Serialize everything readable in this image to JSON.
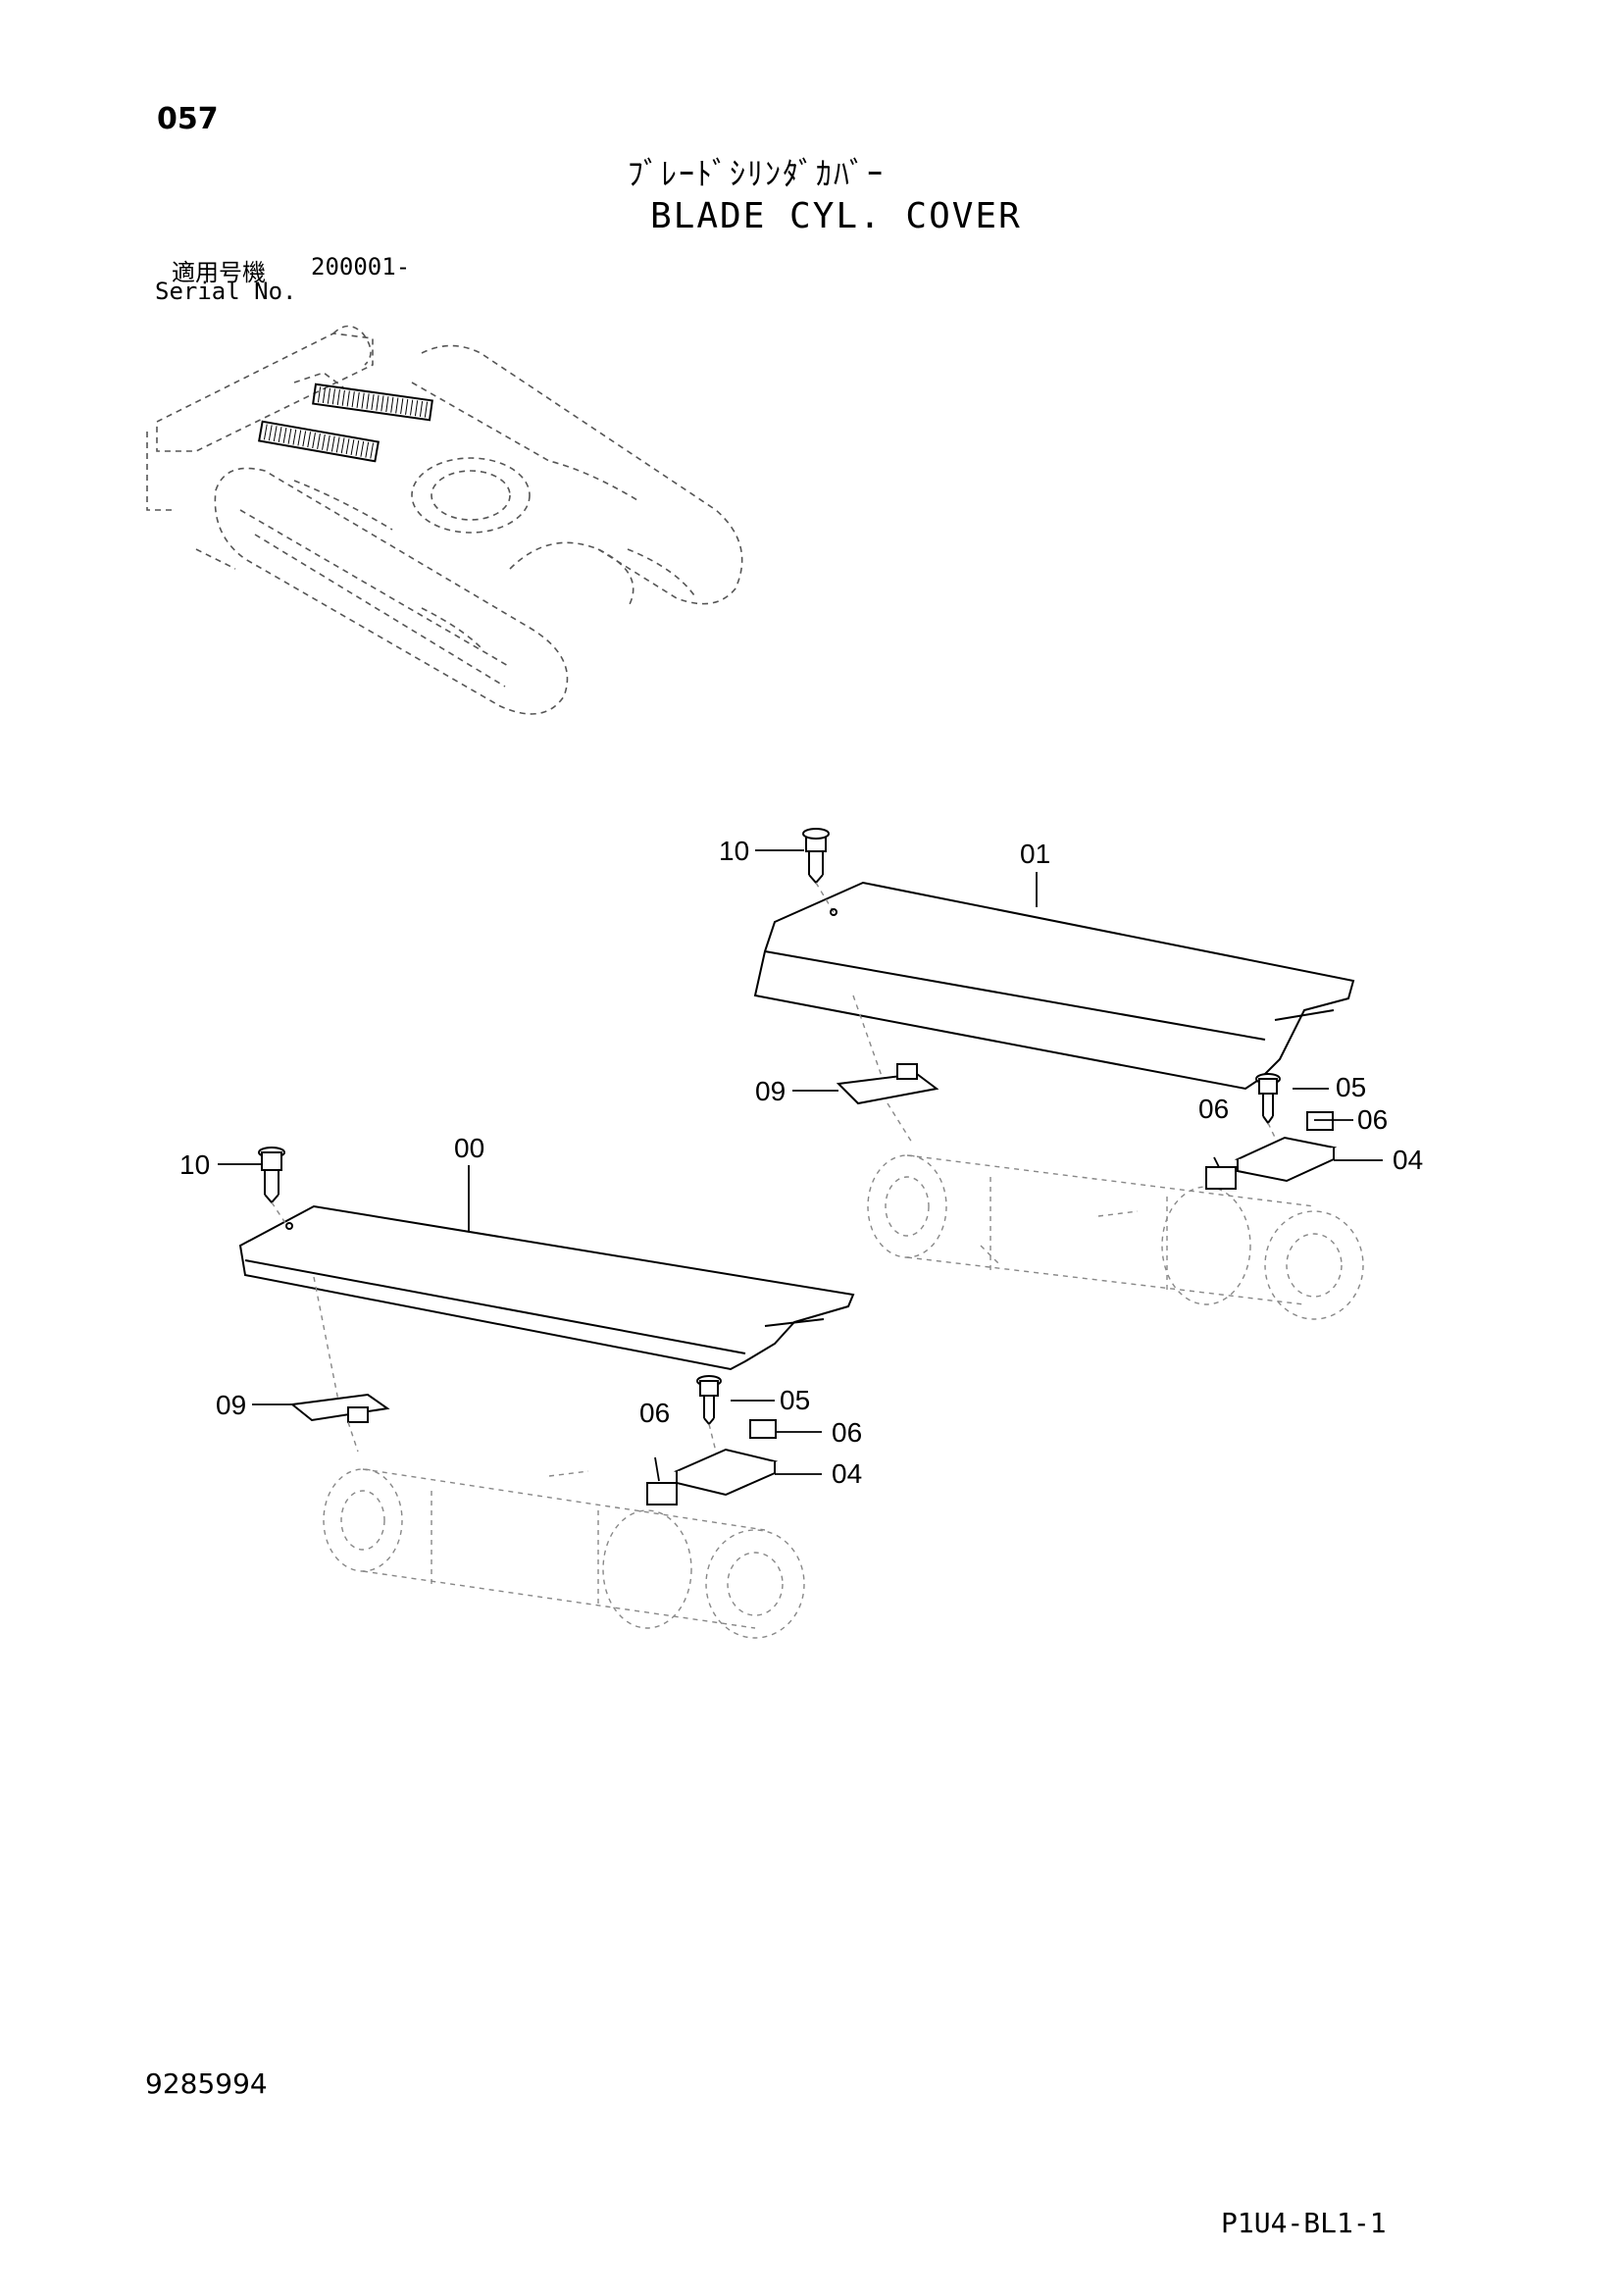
{
  "header": {
    "page_number": "057",
    "title_jp": "ﾌﾞﾚｰﾄﾞｼﾘﾝﾀﾞｶﾊﾞｰ",
    "title_en": "BLADE CYL. COVER",
    "serial_label_jp": "適用号機",
    "serial_value": "200001-",
    "serial_label_en": "Serial No."
  },
  "callouts": {
    "upper_bolt": "10",
    "upper_cover": "01",
    "upper_bracket": "09",
    "upper_screw": "05",
    "upper_spacer_right": "06",
    "upper_spacer_left": "06",
    "upper_plate": "04",
    "lower_bolt": "10",
    "lower_cover": "00",
    "lower_bracket": "09",
    "lower_screw": "05",
    "lower_spacer_right": "06",
    "lower_spacer_left": "06",
    "lower_plate": "04"
  },
  "footer": {
    "drawing_number": "9285994",
    "sheet_code": "P1U4-BL1-1"
  }
}
